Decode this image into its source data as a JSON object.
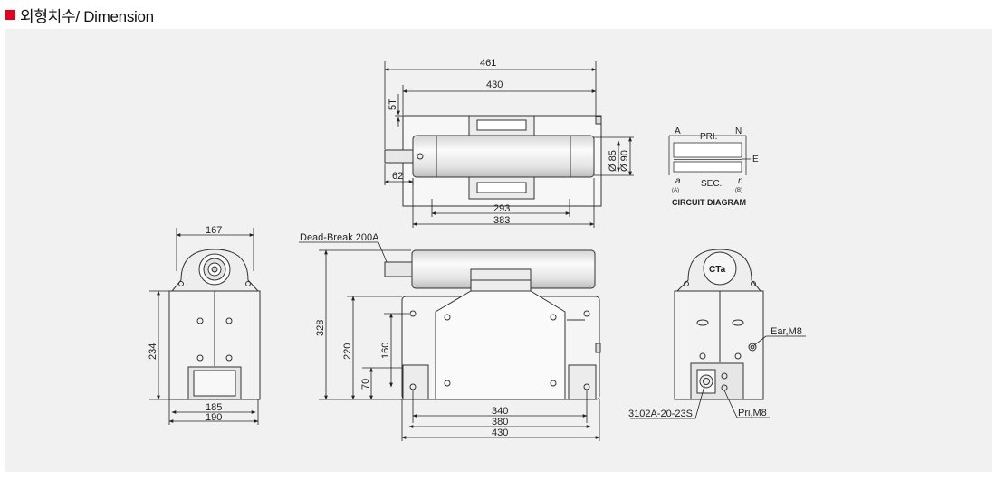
{
  "header": {
    "title": "외형치수/ Dimension",
    "accent_color": "#e6001e"
  },
  "top_view": {
    "dim_overall": "461",
    "dim_body": "430",
    "dim_thickness": "5T",
    "dim_shaft": "62",
    "dim_293": "293",
    "dim_383": "383",
    "dia_85": "Ø 85",
    "dia_90": "Ø 90"
  },
  "side_view": {
    "dim_width": "167",
    "dim_height": "234",
    "dim_185": "185",
    "dim_190": "190"
  },
  "front_view": {
    "connector_label": "Dead-Break 200A",
    "dim_328": "328",
    "dim_220": "220",
    "dim_160": "160",
    "dim_70": "70",
    "dim_340": "340",
    "dim_380": "380",
    "dim_430": "430"
  },
  "rear_view": {
    "ear_label": "Ear,M8",
    "connector_label": "3102A-20-23S",
    "pri_label": "Pri,M8",
    "logo_text": "CTa"
  },
  "circuit_diagram": {
    "title": "CIRCUIT DIAGRAM",
    "label_a": "A",
    "label_n": "N",
    "label_pri": "PRI.",
    "label_sec": "SEC.",
    "label_e": "E",
    "label_a_small": "a",
    "label_n_small": "n",
    "label_a_paren": "(A)",
    "label_b_paren": "(B)"
  }
}
